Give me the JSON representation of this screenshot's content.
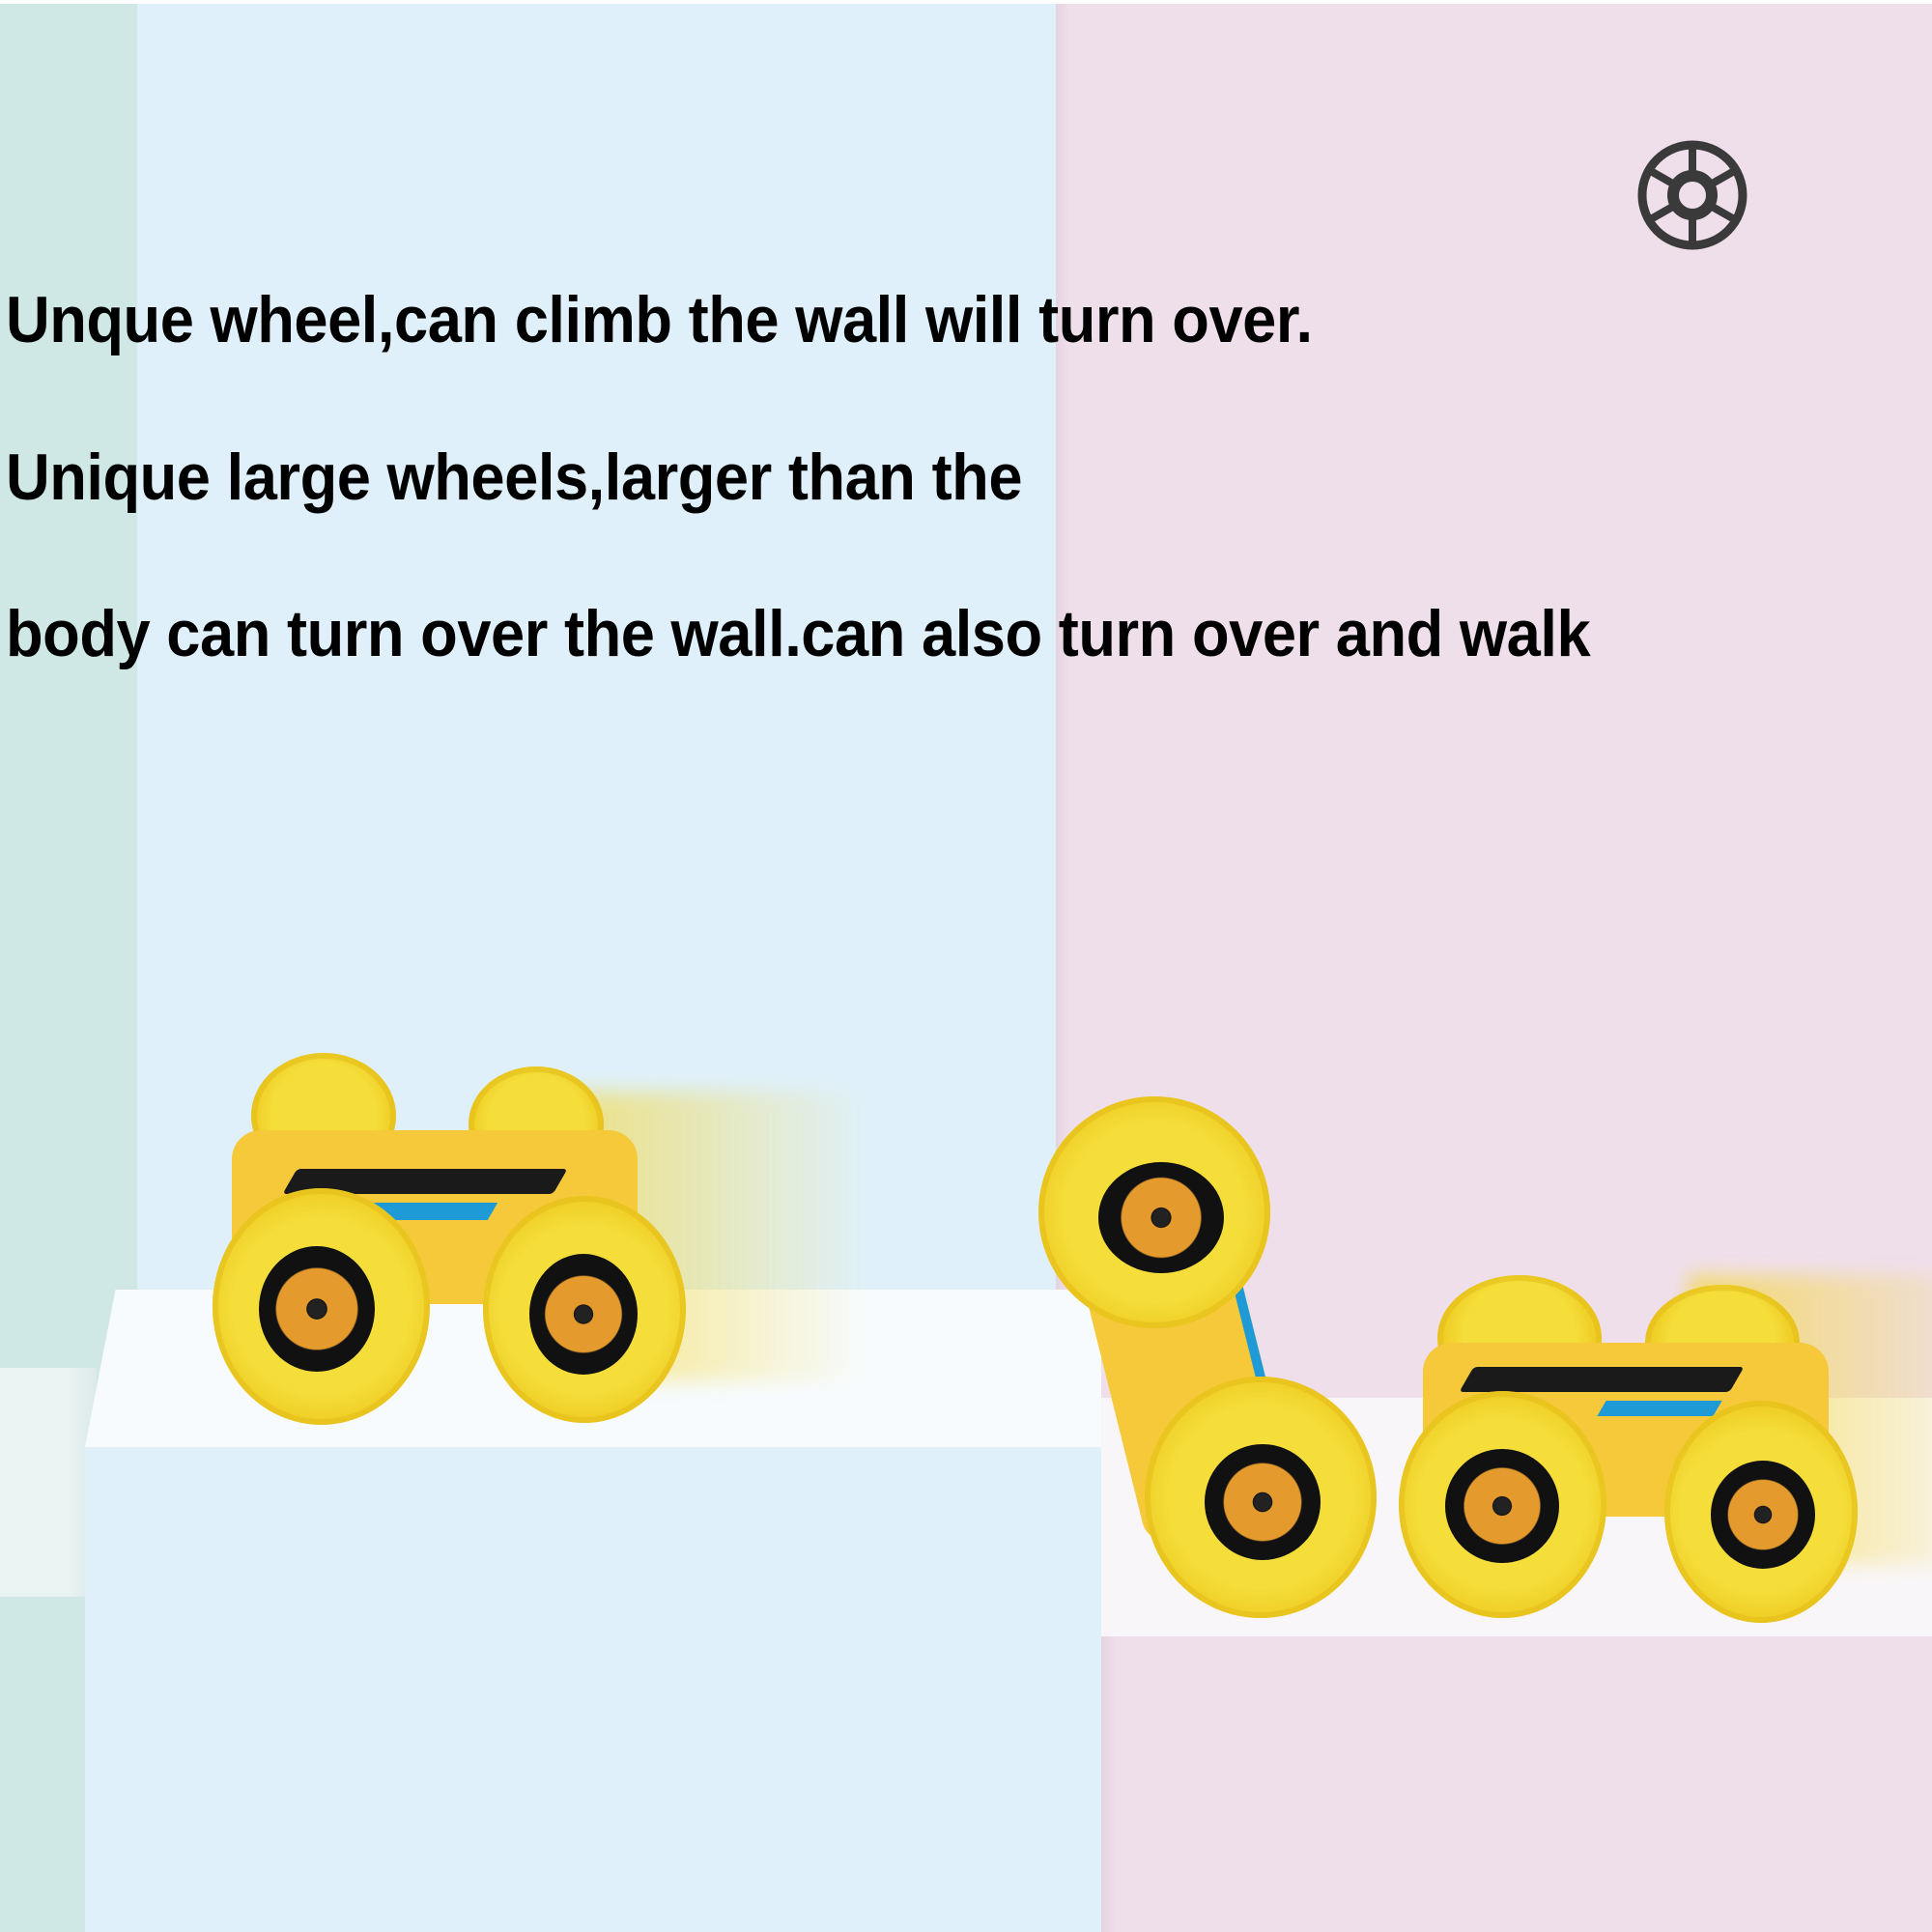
{
  "headline": {
    "line1": "Unque wheel,can climb the wall will turn over.",
    "line2": "Unique large wheels,larger than the",
    "line3": "body can turn over the wall.can also turn over and walk"
  },
  "icons": {
    "wheel": "wheel-icon"
  },
  "product": {
    "name": "toy stunt car",
    "color": "#f5d630",
    "accent_colors": [
      "#111111",
      "#1e9bd7",
      "#e59a2e"
    ]
  },
  "palette": {
    "green_strip": "#cfe8e5",
    "blue_panel": "#dff0fa",
    "pink_panel": "#efdfeb",
    "platform_top": "#f7fbfe",
    "text": "#000000",
    "icon": "#3a3a3a"
  }
}
